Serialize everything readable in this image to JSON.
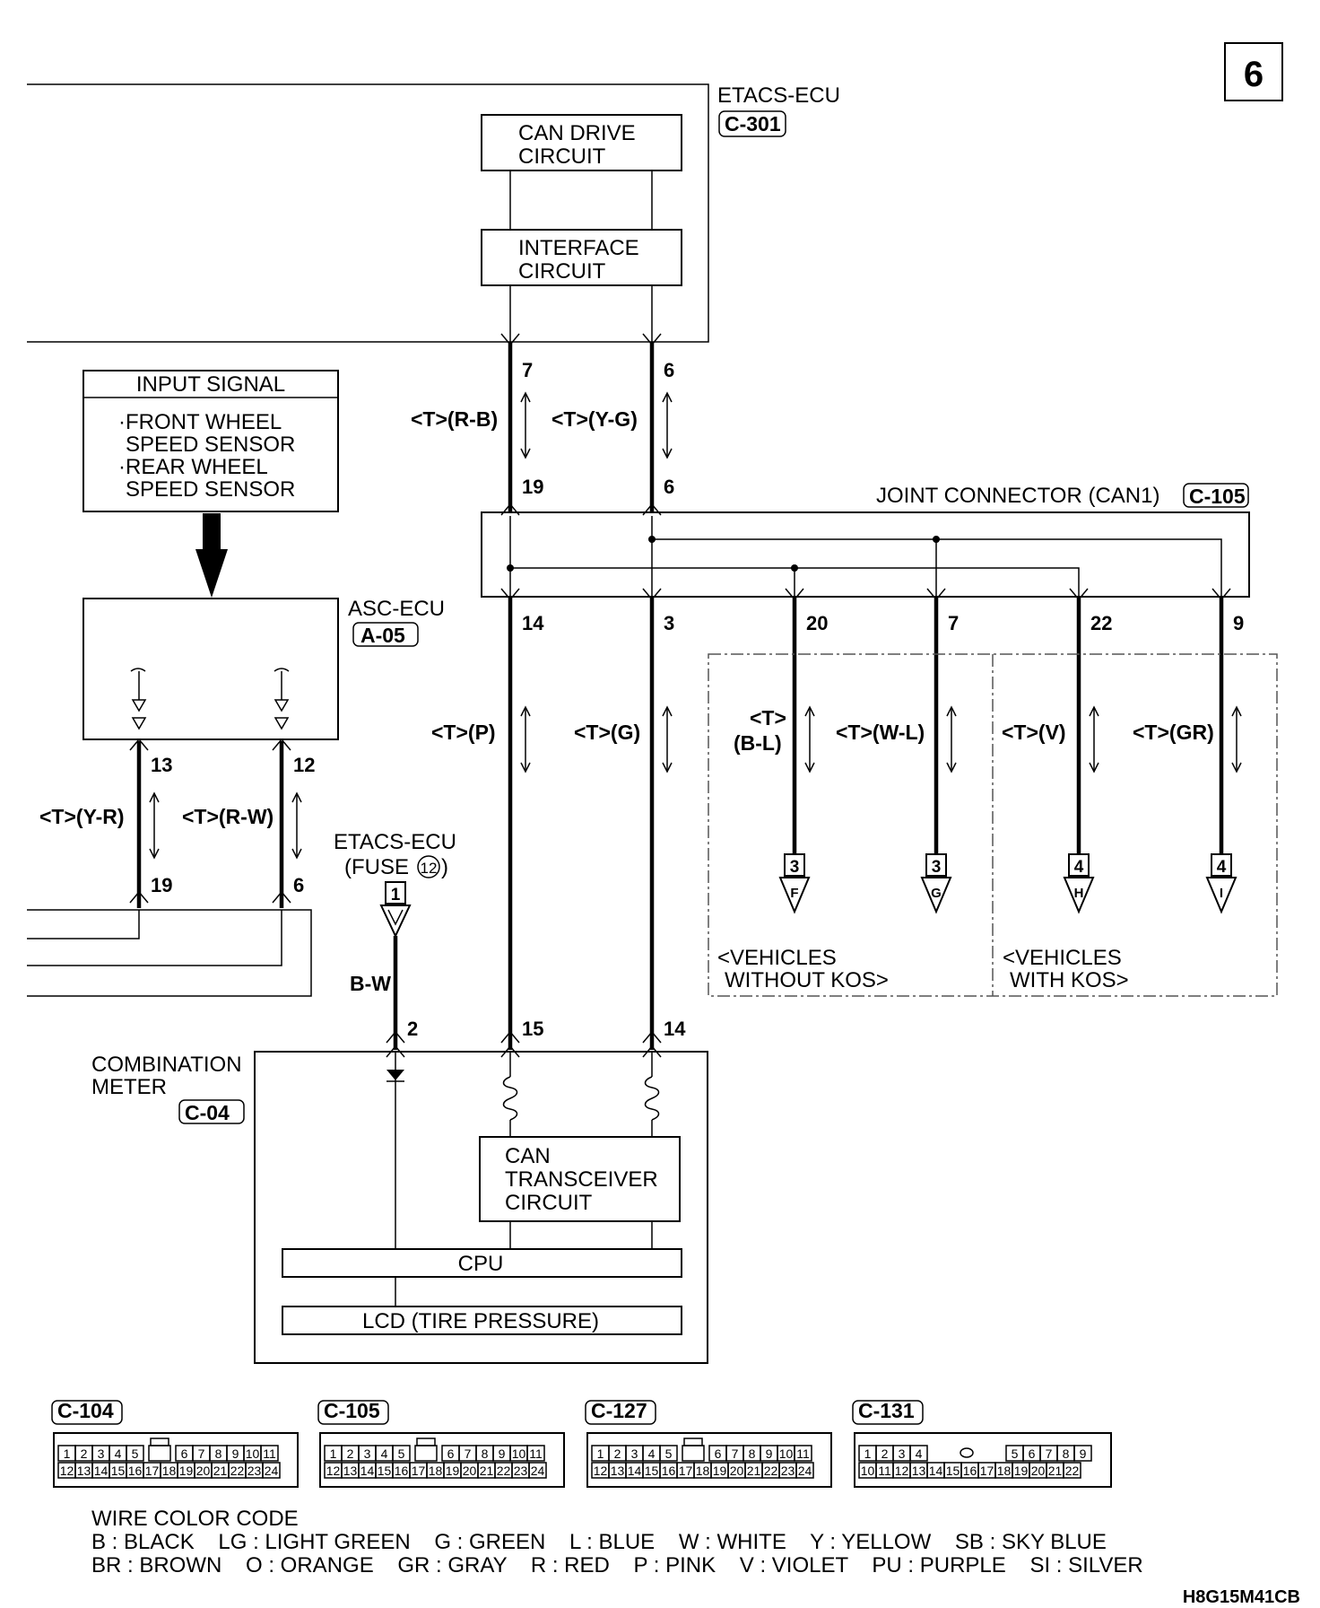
{
  "page_number": "6",
  "etacs_ecu": {
    "name": "ETACS-ECU",
    "connector": "C-301",
    "can_drive": [
      "CAN DRIVE",
      "CIRCUIT"
    ],
    "interface": [
      "INTERFACE",
      "CIRCUIT"
    ]
  },
  "input_signal": {
    "title": "INPUT SIGNAL",
    "lines": [
      "·FRONT WHEEL",
      "SPEED SENSOR",
      "·REAR WHEEL",
      "SPEED SENSOR"
    ]
  },
  "asc_ecu": {
    "name": "ASC-ECU",
    "connector": "A-05"
  },
  "joint_connector": {
    "name": "JOINT CONNECTOR (CAN1)",
    "connector": "C-105"
  },
  "fuse": {
    "line1": "ETACS-ECU",
    "line2_prefix": "(FUSE",
    "fuse_no": "12",
    "line2_suffix": ")",
    "terminal": "1",
    "wire": "B-W"
  },
  "combination_meter": {
    "name": [
      "COMBINATION",
      "METER"
    ],
    "connector": "C-04",
    "can_transceiver": [
      "CAN",
      "TRANSCEIVER",
      "CIRCUIT"
    ],
    "cpu": "CPU",
    "lcd": "LCD (TIRE PRESSURE)"
  },
  "wires": {
    "w7": "<T>(R-B)",
    "w6": "<T>(Y-G)",
    "w14": "<T>(P)",
    "w3": "<T>(G)",
    "w20a": "<T>",
    "w20b": "(B-L)",
    "w7b": "<T>(W-L)",
    "w22": "<T>(V)",
    "w9": "<T>(GR)",
    "asc13": "<T>(Y-R)",
    "asc12": "<T>(R-W)"
  },
  "pins": {
    "etacs_7": "7",
    "etacs_6": "6",
    "jc_19": "19",
    "jc_6": "6",
    "jc_14": "14",
    "jc_3": "3",
    "jc_20": "20",
    "jc_7": "7",
    "jc_22": "22",
    "jc_9": "9",
    "asc_13": "13",
    "asc_12": "12",
    "left_19": "19",
    "left_6": "6",
    "meter_2": "2",
    "meter_15": "15",
    "meter_14": "14"
  },
  "offpage": [
    {
      "num": "3",
      "letter": "F"
    },
    {
      "num": "3",
      "letter": "G"
    },
    {
      "num": "4",
      "letter": "H"
    },
    {
      "num": "4",
      "letter": "I"
    }
  ],
  "groups": {
    "without_kos": [
      "<VEHICLES",
      "WITHOUT KOS>"
    ],
    "with_kos": [
      "<VEHICLES",
      "WITH KOS>"
    ]
  },
  "connectors": [
    {
      "label": "C-104",
      "row1": [
        "1",
        "2",
        "3",
        "4",
        "5",
        "6",
        "7",
        "8",
        "9",
        "10",
        "11"
      ],
      "row2": [
        "12",
        "13",
        "14",
        "15",
        "16",
        "17",
        "18",
        "19",
        "20",
        "21",
        "22",
        "23",
        "24"
      ]
    },
    {
      "label": "C-105",
      "row1": [
        "1",
        "2",
        "3",
        "4",
        "5",
        "6",
        "7",
        "8",
        "9",
        "10",
        "11"
      ],
      "row2": [
        "12",
        "13",
        "14",
        "15",
        "16",
        "17",
        "18",
        "19",
        "20",
        "21",
        "22",
        "23",
        "24"
      ]
    },
    {
      "label": "C-127",
      "row1": [
        "1",
        "2",
        "3",
        "4",
        "5",
        "6",
        "7",
        "8",
        "9",
        "10",
        "11"
      ],
      "row2": [
        "12",
        "13",
        "14",
        "15",
        "16",
        "17",
        "18",
        "19",
        "20",
        "21",
        "22",
        "23",
        "24"
      ]
    },
    {
      "label": "C-131",
      "row1": [
        "1",
        "2",
        "3",
        "4",
        "5",
        "6",
        "7",
        "8",
        "9"
      ],
      "row2": [
        "10",
        "11",
        "12",
        "13",
        "14",
        "15",
        "16",
        "17",
        "18",
        "19",
        "20",
        "21",
        "22"
      ]
    }
  ],
  "color_code": {
    "title": "WIRE COLOR CODE",
    "row1": "B : BLACK    LG : LIGHT GREEN    G : GREEN    L : BLUE    W : WHITE    Y : YELLOW    SB : SKY BLUE",
    "row2": "BR : BROWN    O : ORANGE    GR : GRAY    R : RED    P : PINK    V : VIOLET    PU : PURPLE    SI : SILVER"
  },
  "doc_code": "H8G15M41CB"
}
